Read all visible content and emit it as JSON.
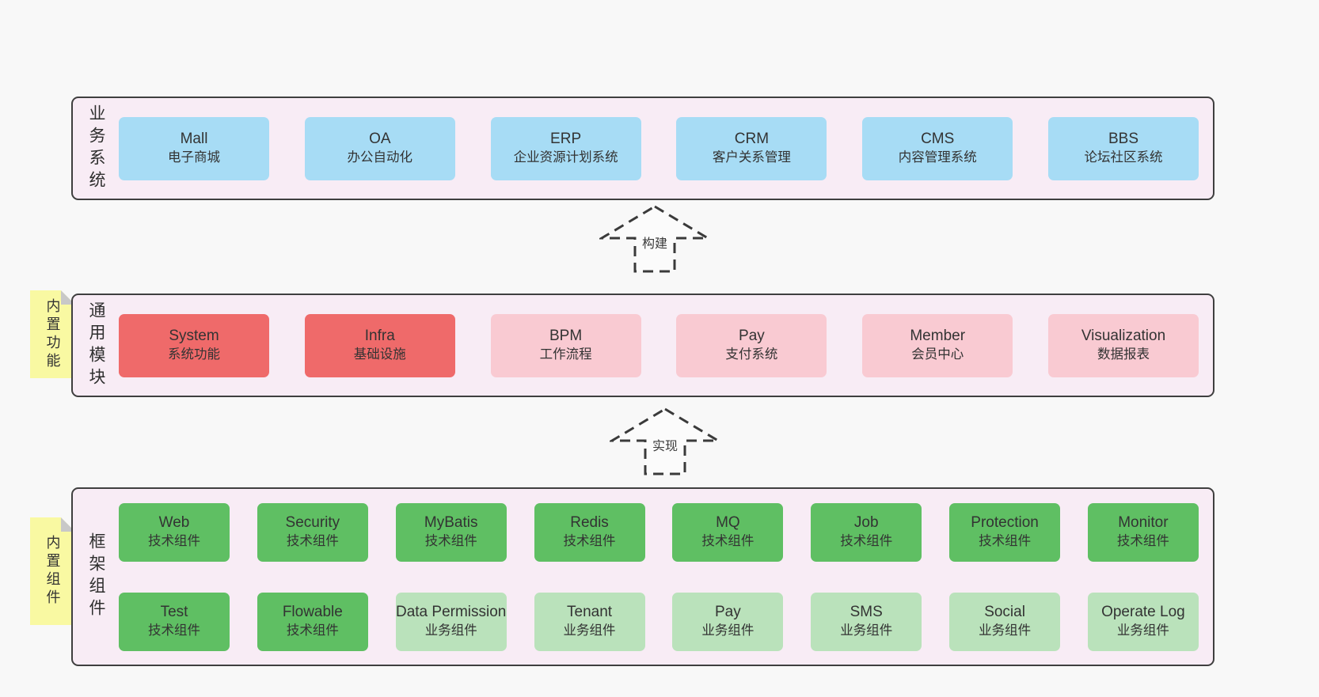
{
  "colors": {
    "page-bg": "#f8f8f8",
    "band-bg": "#f8ecf5",
    "band-border": "#3f3f3f",
    "box-blue": "#a7dcf5",
    "box-red": "#ef6a6a",
    "box-pink": "#f9cad2",
    "box-green": "#5fbf63",
    "box-lightgreen": "#bae2bb",
    "sticky-yellow": "#f9f9a2",
    "sticky-fold": "#c8c8c8",
    "text": "#333333",
    "arrow": "#3a3a3a",
    "arrow-fill": "#fbfbfb"
  },
  "arrows": [
    {
      "label": "构建"
    },
    {
      "label": "实现"
    }
  ],
  "bands": {
    "business": {
      "side_label": "业务系统",
      "items": [
        {
          "name": "Mall",
          "desc": "电子商城"
        },
        {
          "name": "OA",
          "desc": "办公自动化"
        },
        {
          "name": "ERP",
          "desc": "企业资源计划系统"
        },
        {
          "name": "CRM",
          "desc": "客户关系管理"
        },
        {
          "name": "CMS",
          "desc": "内容管理系统"
        },
        {
          "name": "BBS",
          "desc": "论坛社区系统"
        }
      ]
    },
    "modules": {
      "side_label": "通用模块",
      "sticky_label": "内置功能",
      "items": [
        {
          "name": "System",
          "desc": "系统功能",
          "variant": "red"
        },
        {
          "name": "Infra",
          "desc": "基础设施",
          "variant": "red"
        },
        {
          "name": "BPM",
          "desc": "工作流程",
          "variant": "pink"
        },
        {
          "name": "Pay",
          "desc": "支付系统",
          "variant": "pink"
        },
        {
          "name": "Member",
          "desc": "会员中心",
          "variant": "pink"
        },
        {
          "name": "Visualization",
          "desc": "数据报表",
          "variant": "pink"
        }
      ]
    },
    "framework": {
      "side_label": "框架组件",
      "sticky_label": "内置组件",
      "row1": [
        {
          "name": "Web",
          "desc": "技术组件",
          "variant": "green"
        },
        {
          "name": "Security",
          "desc": "技术组件",
          "variant": "green"
        },
        {
          "name": "MyBatis",
          "desc": "技术组件",
          "variant": "green"
        },
        {
          "name": "Redis",
          "desc": "技术组件",
          "variant": "green"
        },
        {
          "name": "MQ",
          "desc": "技术组件",
          "variant": "green"
        },
        {
          "name": "Job",
          "desc": "技术组件",
          "variant": "green"
        },
        {
          "name": "Protection",
          "desc": "技术组件",
          "variant": "green"
        },
        {
          "name": "Monitor",
          "desc": "技术组件",
          "variant": "green"
        }
      ],
      "row2": [
        {
          "name": "Test",
          "desc": "技术组件",
          "variant": "green"
        },
        {
          "name": "Flowable",
          "desc": "技术组件",
          "variant": "green"
        },
        {
          "name": "Data Permission",
          "desc": "业务组件",
          "variant": "lightgreen"
        },
        {
          "name": "Tenant",
          "desc": "业务组件",
          "variant": "lightgreen"
        },
        {
          "name": "Pay",
          "desc": "业务组件",
          "variant": "lightgreen"
        },
        {
          "name": "SMS",
          "desc": "业务组件",
          "variant": "lightgreen"
        },
        {
          "name": "Social",
          "desc": "业务组件",
          "variant": "lightgreen"
        },
        {
          "name": "Operate Log",
          "desc": "业务组件",
          "variant": "lightgreen"
        }
      ]
    }
  }
}
